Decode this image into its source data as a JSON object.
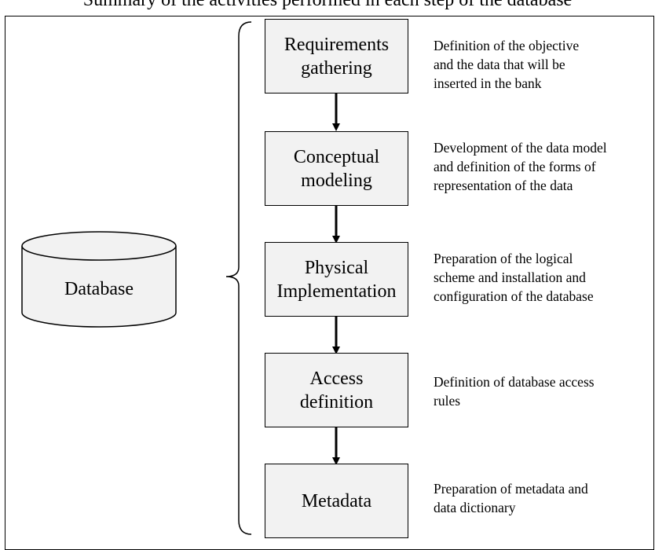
{
  "title": "Summary of the activities performed in each step of the database",
  "database_label": "Database",
  "steps": [
    {
      "name": "Requirements\ngathering",
      "description": "Definition of the objective\nand the data that will be\ninserted in the bank"
    },
    {
      "name": "Conceptual\nmodeling",
      "description": "Development of the data model\nand definition of the forms of\nrepresentation of the data"
    },
    {
      "name": "Physical\nImplementation",
      "description": "Preparation of the logical\nscheme and installation and\nconfiguration of the database"
    },
    {
      "name": "Access\ndefinition",
      "description": "Definition of database access\nrules"
    },
    {
      "name": "Metadata",
      "description": "Preparation of metadata and\ndata dictionary"
    }
  ],
  "colors": {
    "box_fill": "#f2f2f2",
    "stroke": "#000000",
    "background": "#ffffff"
  }
}
